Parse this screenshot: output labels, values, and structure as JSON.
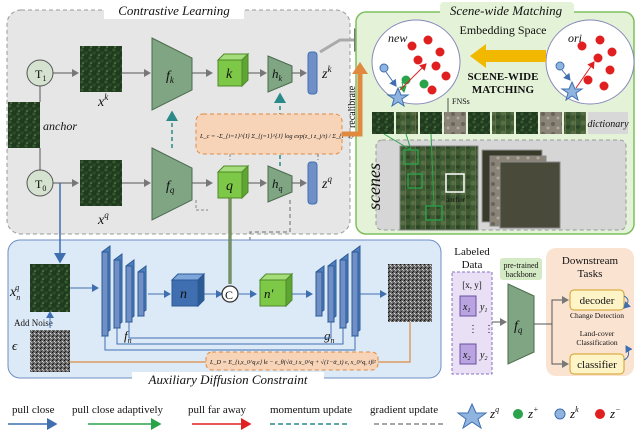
{
  "sections": {
    "contrastive": "Contrastive Learning",
    "scene_wide": "Scene-wide Matching",
    "diffusion": "Auxiliary Diffusion Constraint",
    "downstream": "Downstream Tasks"
  },
  "contrastive": {
    "t1": "T",
    "t1_sub": "1",
    "t0": "T",
    "t0_sub": "0",
    "anchor": "anchor",
    "xk": "x",
    "xk_sup": "k",
    "xq": "x",
    "xq_sup": "q",
    "fk": "f",
    "fk_sub": "k",
    "fq": "f",
    "fq_sub": "q",
    "k": "k",
    "q": "q",
    "hk": "h",
    "hk_sub": "k",
    "hq": "h",
    "hq_sub": "q",
    "zk": "z",
    "zk_sup": "k",
    "zq": "z",
    "zq_sup": "q",
    "loss_formula": "L_c = -Σ_{i=1}^{I} Σ_{j=1}^{J} log exp(z_i z_j/τ) / Σ_{t=1}^{T} exp(z_i z_t/τ)"
  },
  "scene_wide": {
    "new": "new",
    "ori": "ori",
    "embedding": "Embedding Space",
    "matching1": "SCENE-WIDE",
    "matching2": "MATCHING",
    "recalibrate": "recalibrate",
    "fnss": "FNSs",
    "dictionary": "dictionary",
    "scenes": "scenes",
    "anchor": "anchor"
  },
  "diffusion": {
    "xnq": "x",
    "xnq_sub": "n",
    "xnq_sup": "q",
    "add_noise": "Add Noise",
    "epsilon": "ϵ",
    "fn": "f",
    "fn_sub": "n",
    "gn": "g",
    "gn_sub": "n",
    "n": "n",
    "nprime": "n'",
    "concat": "C",
    "loss_formula": "L_D = E_{t,x_0^q,ϵ} ‖ϵ − ϵ_θ(√ᾱ_t x_0^q + √(1−ᾱ_t) ϵ, x_0^q, t)‖²"
  },
  "labeled": {
    "title1": "Labeled",
    "title2": "Data",
    "header": "[x, y]",
    "row1_x": "x",
    "row1_xsub": "1",
    "row1_y": "y",
    "row1_ysub": "1",
    "row2_x": "x",
    "row2_xsub": "2",
    "row2_y": "y",
    "row2_ysub": "2",
    "pretrained1": "pre-trained",
    "pretrained2": "backbone",
    "fq": "f",
    "fq_sub": "q"
  },
  "downstream": {
    "decoder": "decoder",
    "change": "Change Detection",
    "landcover1": "Land-cover",
    "landcover2": "Classification",
    "classifier": "classifier"
  },
  "legend": {
    "pull_close": "pull close",
    "pull_close_adaptively": "pull close adaptively",
    "pull_far_away": "pull far away",
    "momentum": "momentum update",
    "gradient": "gradient update",
    "zq": "z",
    "zq_sup": "q",
    "zplus": "z",
    "zplus_sup": "+",
    "zk": "z",
    "zk_sup": "k",
    "zminus": "z",
    "zminus_sup": "−"
  },
  "colors": {
    "contrastive_bg": "#e8e8e8",
    "scene_bg": "#e6f3dc",
    "diffusion_bg": "#dce9f7",
    "downstream_bg": "#fbe3d2",
    "encoder_green": "#7fa583",
    "cube_green": "#7ec848",
    "head_blue": "#6f8fc6",
    "arrow_blue": "#3f6fb0",
    "arrow_green": "#2aa34a",
    "arrow_red": "#e02020",
    "loss_orange": "#f7d4b8"
  }
}
